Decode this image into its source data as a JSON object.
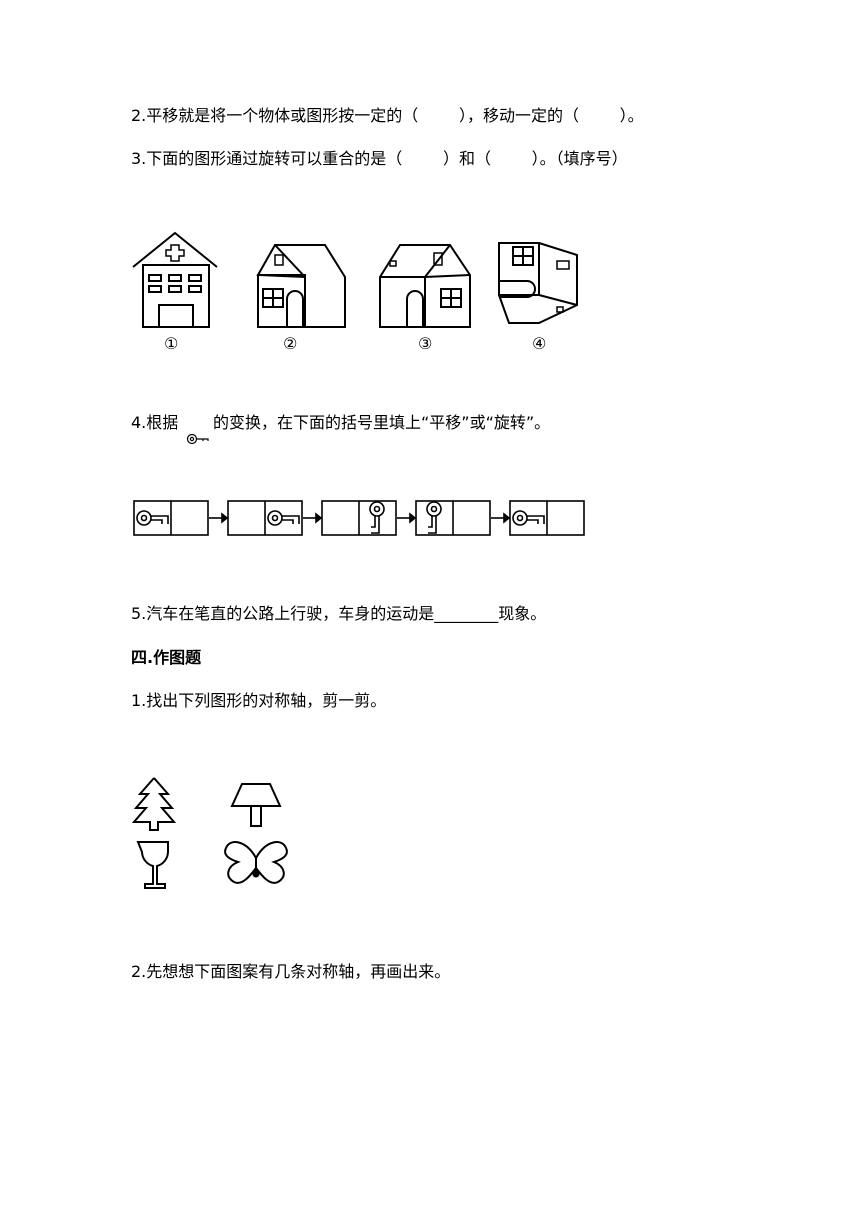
{
  "q2": "2.平移就是将一个物体或图形按一定的（        ），移动一定的（        ）。",
  "q3": "3.下面的图形通过旋转可以重合的是（        ）和（        ）。（填序号）",
  "houses": {
    "labels": [
      "①",
      "②",
      "③",
      "④"
    ]
  },
  "q4": {
    "prefix": "4.根据",
    "suffix": "的变换，在下面的括号里填上“平移”或“旋转”。"
  },
  "q5": "5.汽车在笔直的公路上行驶，车身的运动是________现象。",
  "section4": "四.作图题",
  "s4q1": "1.找出下列图形的对称轴，剪一剪。",
  "s4q2": "2.先想想下面图案有几条对称轴，再画出来。"
}
